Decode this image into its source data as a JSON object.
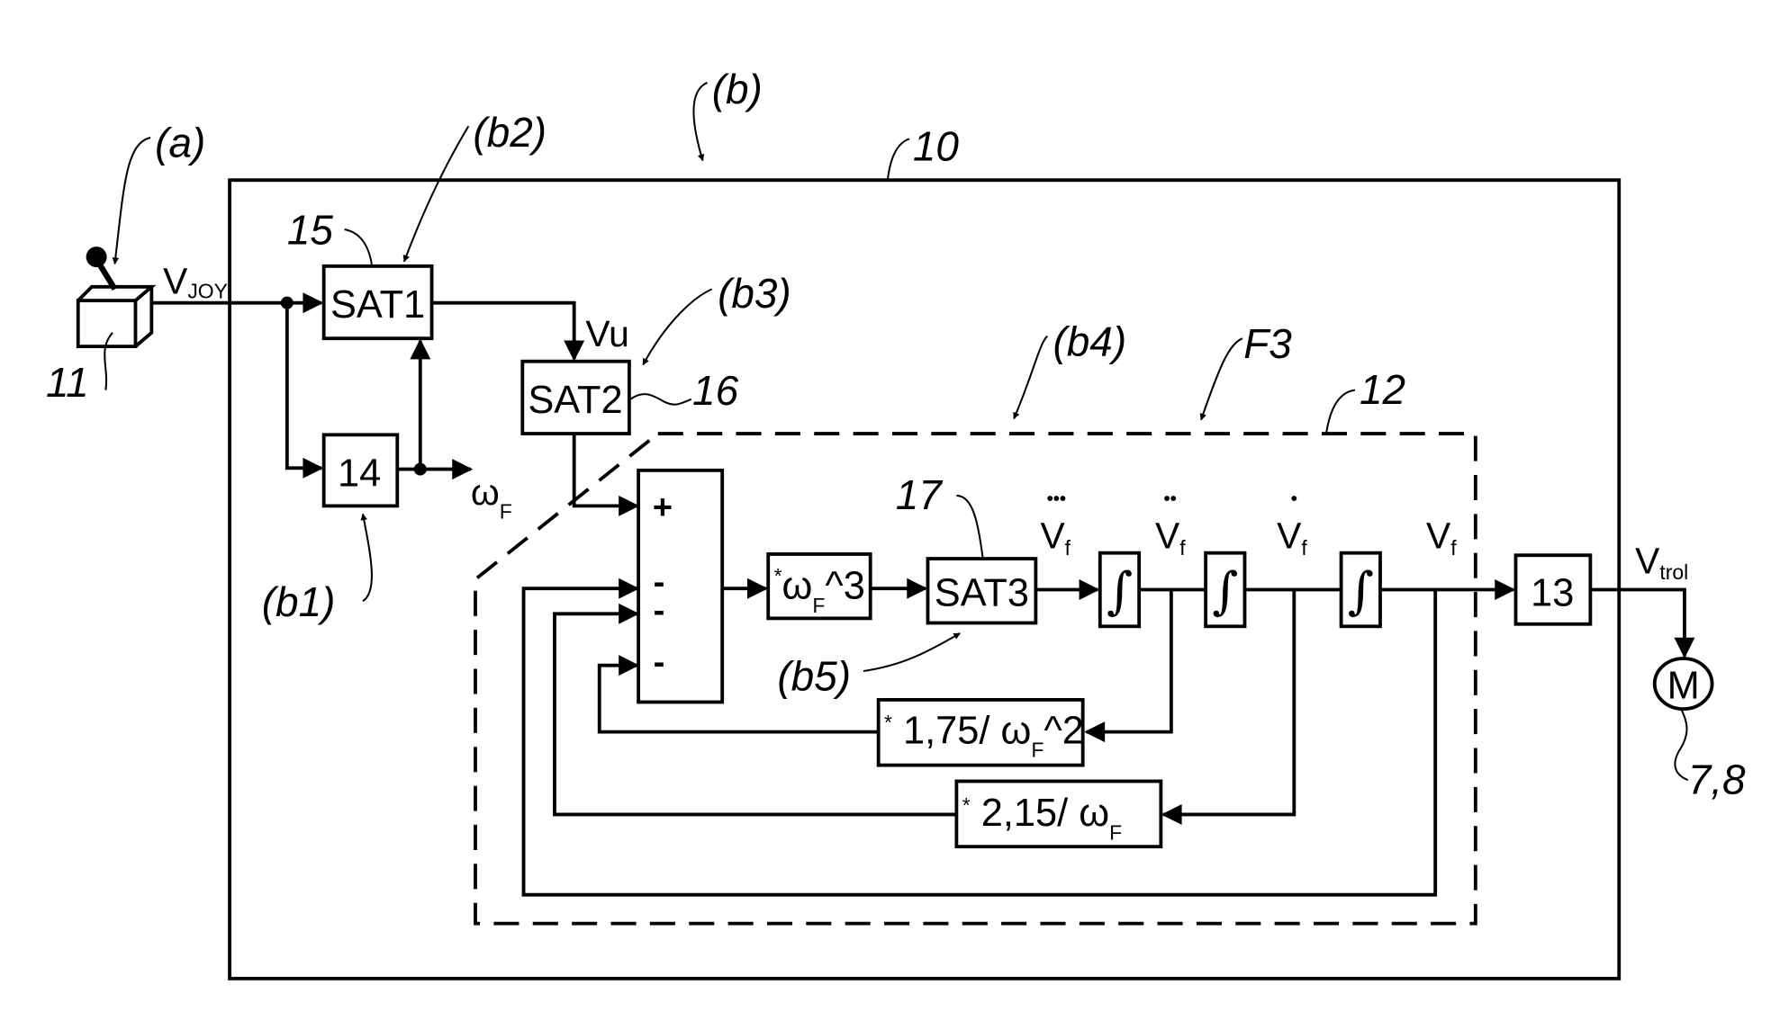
{
  "figure": {
    "reference_labels": {
      "a": "(a)",
      "b": "(b)",
      "b1": "(b1)",
      "b2": "(b2)",
      "b3": "(b3)",
      "b4": "(b4)",
      "b5": "(b5)",
      "f3": "F3",
      "n10": "10",
      "n11": "11",
      "n12": "12",
      "n15": "15",
      "n16": "16",
      "n17": "17",
      "n78": "7,8"
    },
    "blocks": {
      "sat1": "SAT1",
      "sat2": "SAT2",
      "sat3": "SAT3",
      "filter14": "14",
      "block13": "13",
      "motor": "M",
      "gain_w3_prefix": "*",
      "gain_w3_main": "ω",
      "gain_w3_sub": "F",
      "gain_w3_exp": "^3",
      "fb1_prefix": "*",
      "fb1_main": " 1,75/ ω",
      "fb1_sub": "F",
      "fb1_exp": "^2",
      "fb2_prefix": "*",
      "fb2_main": " 2,15/ ω",
      "fb2_sub": "F",
      "sum_plus": "+",
      "sum_minus": "-",
      "integrator": "∫"
    },
    "signals": {
      "vjoy_main": "V",
      "vjoy_sub": "JOY",
      "vu": "Vu",
      "omega_main": "ω",
      "omega_sub": "F",
      "vf_main": "V",
      "vf_sub": "f",
      "vtrol_main": "V",
      "vtrol_sub": "trol",
      "dots3": "•••",
      "dots2": "••",
      "dots1": "•"
    }
  }
}
